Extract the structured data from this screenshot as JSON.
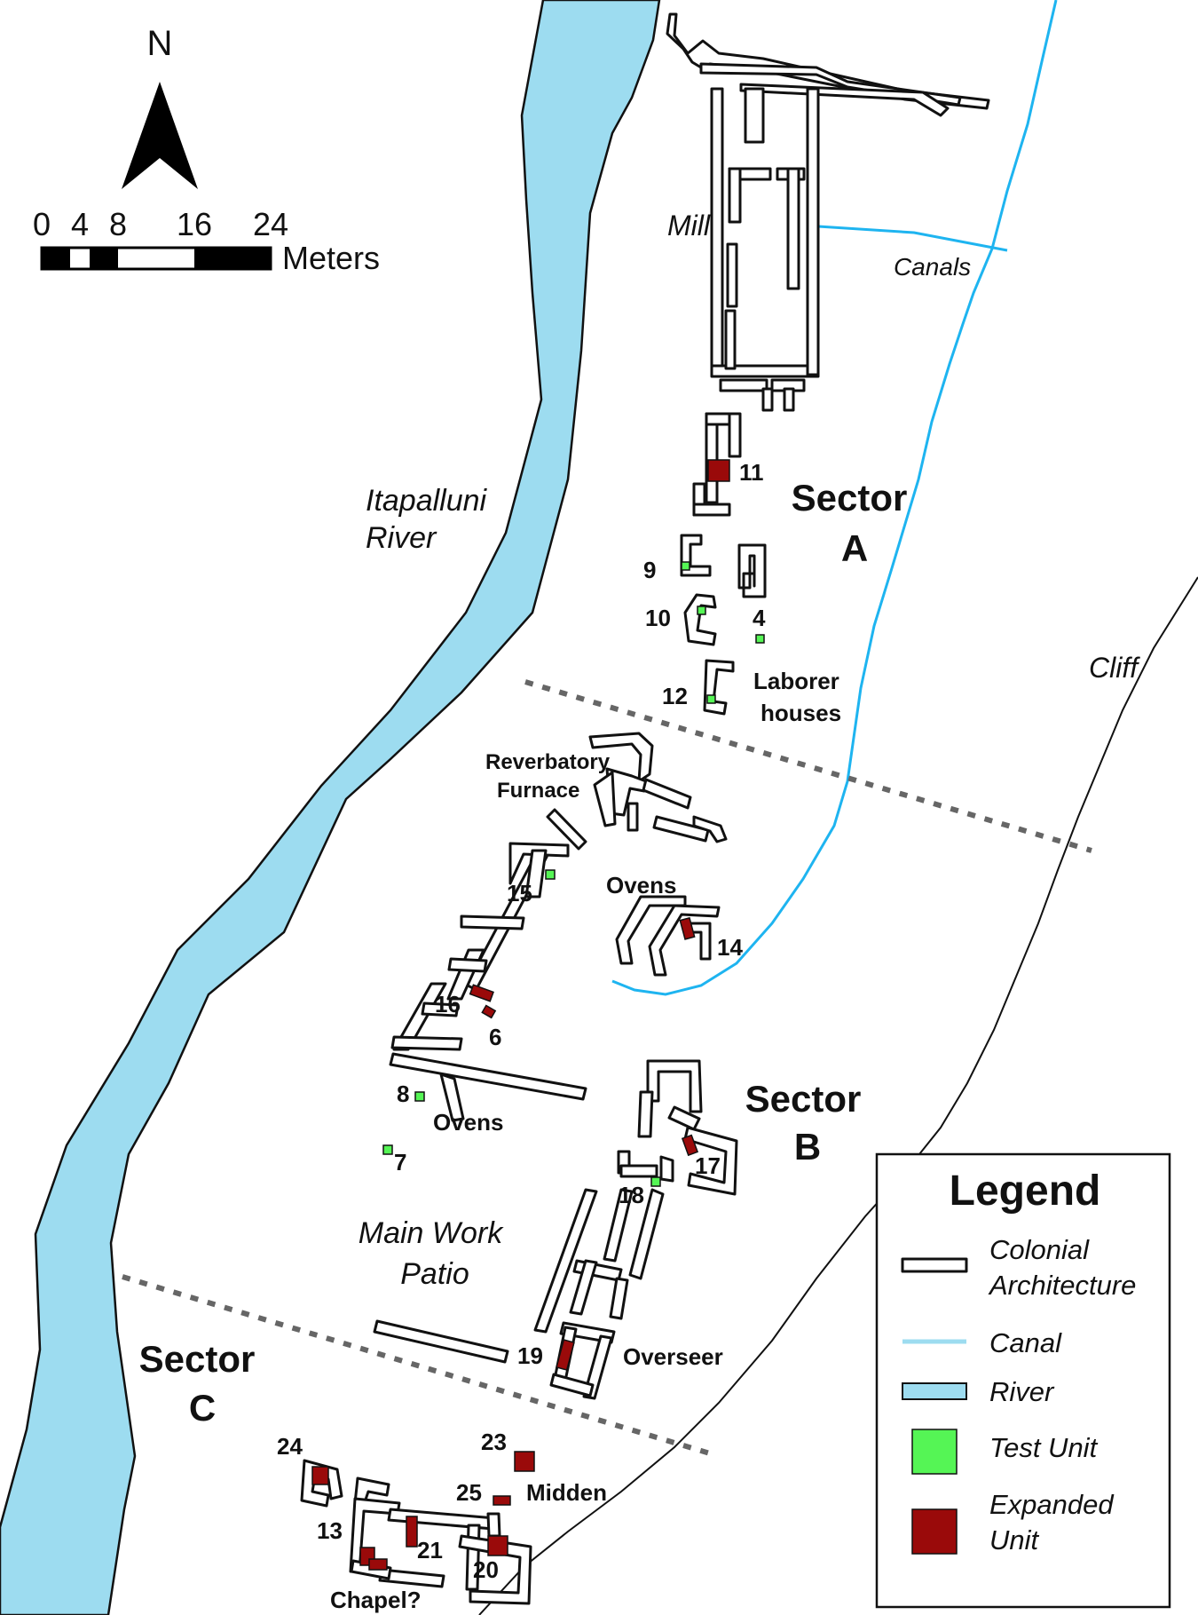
{
  "north_arrow": {
    "label": "N"
  },
  "scale_bar": {
    "ticks": [
      "0",
      "4",
      "8",
      "16",
      "24"
    ],
    "unit": "Meters"
  },
  "features": {
    "river": "Itapalluni",
    "river_line2": "River",
    "mill": "Mill",
    "canals": "Canals",
    "cliff": "Cliff",
    "laborer_1": "Laborer",
    "laborer_2": "houses",
    "furnace_1": "Reverbatory",
    "furnace_2": "Furnace",
    "ovens_b": "Ovens",
    "ovens_w": "Ovens",
    "patio_1": "Main Work",
    "patio_2": "Patio",
    "overseer": "Overseer",
    "midden": "Midden",
    "chapel": "Chapel?"
  },
  "sectors": {
    "a_1": "Sector",
    "a_2": "A",
    "b_1": "Sector",
    "b_2": "B",
    "c_1": "Sector",
    "c_2": "C"
  },
  "units": {
    "u4": "4",
    "u6": "6",
    "u7": "7",
    "u8": "8",
    "u9": "9",
    "u10": "10",
    "u11": "11",
    "u12": "12",
    "u13": "13",
    "u14": "14",
    "u15": "15",
    "u16": "16",
    "u17": "17",
    "u18": "18",
    "u19": "19",
    "u20": "20",
    "u21": "21",
    "u23": "23",
    "u24": "24",
    "u25": "25"
  },
  "legend": {
    "title": "Legend",
    "colonial_1": "Colonial",
    "colonial_2": "Architecture",
    "canal": "Canal",
    "river": "River",
    "test_unit": "Test Unit",
    "expanded_1": "Expanded",
    "expanded_2": "Unit"
  },
  "colors": {
    "river": "#9ddcf0",
    "canal": "#1eb4f0",
    "test_unit": "#55f555",
    "expanded_unit": "#9a0a0a",
    "wall": "#ffffff"
  }
}
